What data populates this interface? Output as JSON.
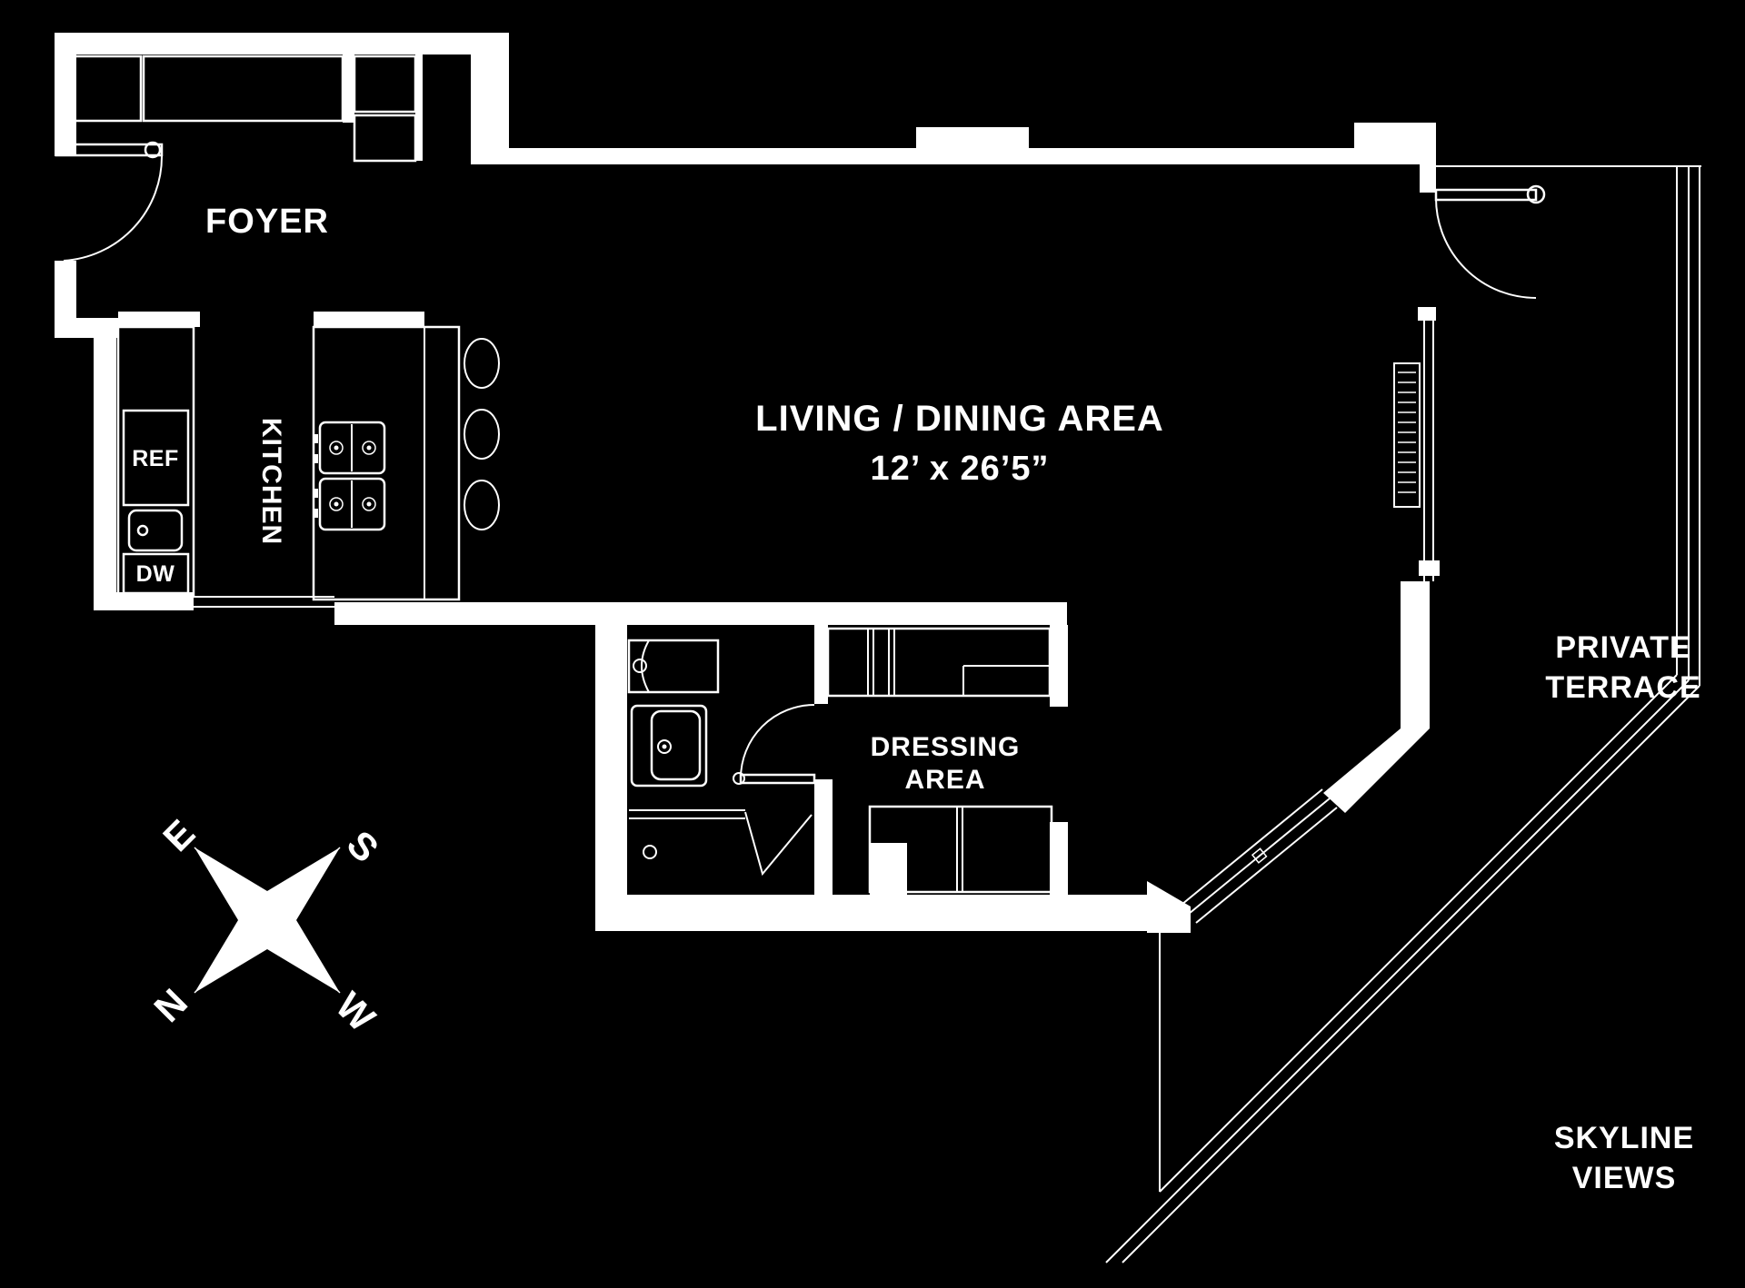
{
  "page": {
    "title": "Apartment Floor Plan",
    "background_color": "#000000",
    "line_color": "#ffffff"
  },
  "rooms": {
    "foyer": {
      "label": "FOYER"
    },
    "kitchen": {
      "label": "KITCHEN",
      "refrigerator": "REF",
      "dishwasher": "DW"
    },
    "living_dining": {
      "label": "LIVING / DINING AREA",
      "dimensions": "12’ x 26’5”"
    },
    "dressing_area": {
      "label_line1": "DRESSING",
      "label_line2": "AREA"
    },
    "private_terrace": {
      "label_line1": "PRIVATE",
      "label_line2": "TERRACE"
    },
    "skyline_views": {
      "label_line1": "SKYLINE",
      "label_line2": "VIEWS"
    }
  },
  "compass": {
    "east": "E",
    "south": "S",
    "north": "N",
    "west": "W"
  }
}
